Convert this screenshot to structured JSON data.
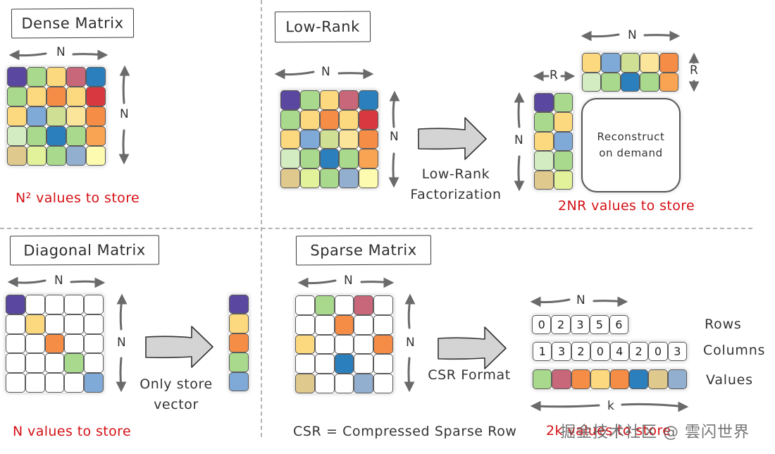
{
  "colors": {
    "purple": "#5a47a0",
    "lightgreen": "#a8d98c",
    "yellow": "#fcd97e",
    "rose": "#c9677a",
    "blue": "#2b7fbd",
    "orange": "#f58d46",
    "red": "#d83940",
    "steelblue": "#7fa9d6",
    "olive": "#cfe095",
    "paleyellow": "#fbe59a",
    "lightorange": "#f8a452",
    "palegreen": "#d4ecc2",
    "tan": "#e0c98d",
    "lime": "#e2f29a",
    "grayblue": "#93afd0",
    "cream": "#fdfbb0",
    "white": "#ffffff",
    "annotation_red": "#d40f14"
  },
  "panels": {
    "dense": {
      "title": "Dense Matrix",
      "col_dim": "N",
      "row_dim": "N",
      "storage": "N² values to store",
      "matrix": [
        [
          "purple",
          "lightgreen",
          "yellow",
          "rose",
          "blue"
        ],
        [
          "lightgreen",
          "yellow",
          "orange",
          "yellow",
          "red"
        ],
        [
          "yellow",
          "steelblue",
          "olive",
          "paleyellow",
          "orange"
        ],
        [
          "palegreen",
          "lightgreen",
          "blue",
          "lightgreen",
          "lightorange"
        ],
        [
          "tan",
          "lime",
          "lightgreen",
          "grayblue",
          "cream"
        ]
      ]
    },
    "low_rank": {
      "title": "Low-Rank",
      "col_dim": "N",
      "row_dim": "N",
      "arrow_caption_line1": "Low-Rank",
      "arrow_caption_line2": "Factorization",
      "matrix": [
        [
          "purple",
          "lightgreen",
          "yellow",
          "rose",
          "blue"
        ],
        [
          "lightgreen",
          "yellow",
          "orange",
          "yellow",
          "red"
        ],
        [
          "yellow",
          "steelblue",
          "olive",
          "paleyellow",
          "orange"
        ],
        [
          "palegreen",
          "lightgreen",
          "blue",
          "lightgreen",
          "lightorange"
        ],
        [
          "tan",
          "lime",
          "lightgreen",
          "grayblue",
          "cream"
        ]
      ],
      "factor_top": {
        "col_dim": "N",
        "row_dim": "R",
        "matrix": [
          [
            "yellow",
            "steelblue",
            "olive",
            "paleyellow",
            "orange"
          ],
          [
            "palegreen",
            "lightgreen",
            "blue",
            "lightgreen",
            "lightorange"
          ]
        ]
      },
      "factor_left": {
        "col_dim": "R",
        "row_dim": "N",
        "matrix": [
          [
            "purple",
            "lightgreen"
          ],
          [
            "lightgreen",
            "yellow"
          ],
          [
            "yellow",
            "steelblue"
          ],
          [
            "palegreen",
            "lightgreen"
          ],
          [
            "tan",
            "lime"
          ]
        ]
      },
      "reconstruct_line1": "Reconstruct",
      "reconstruct_line2": "on demand",
      "storage": "2NR values to store"
    },
    "diagonal": {
      "title": "Diagonal Matrix",
      "col_dim": "N",
      "row_dim": "N",
      "arrow_caption_line1": "Only store",
      "arrow_caption_line2": "vector",
      "matrix": [
        [
          "purple",
          "white",
          "white",
          "white",
          "white"
        ],
        [
          "white",
          "yellow",
          "white",
          "white",
          "white"
        ],
        [
          "white",
          "white",
          "orange",
          "white",
          "white"
        ],
        [
          "white",
          "white",
          "white",
          "lightgreen",
          "white"
        ],
        [
          "white",
          "white",
          "white",
          "white",
          "steelblue"
        ]
      ],
      "vector": [
        "purple",
        "yellow",
        "orange",
        "lightgreen",
        "steelblue"
      ],
      "storage": "N values to store"
    },
    "sparse": {
      "title": "Sparse Matrix",
      "col_dim": "N",
      "row_dim": "N",
      "arrow_caption": "CSR Format",
      "matrix": [
        [
          "white",
          "lightgreen",
          "white",
          "rose",
          "white"
        ],
        [
          "white",
          "white",
          "orange",
          "white",
          "white"
        ],
        [
          "yellow",
          "white",
          "white",
          "white",
          "orange"
        ],
        [
          "white",
          "white",
          "blue",
          "white",
          "white"
        ],
        [
          "tan",
          "white",
          "white",
          "grayblue",
          "white"
        ]
      ],
      "csr": {
        "top_dim": "N",
        "bottom_dim": "k",
        "rows_label": "Rows",
        "rows": [
          "0",
          "2",
          "3",
          "5",
          "6"
        ],
        "columns_label": "Columns",
        "columns": [
          "1",
          "3",
          "2",
          "0",
          "4",
          "2",
          "0",
          "3"
        ],
        "values_label": "Values",
        "values": [
          "lightgreen",
          "rose",
          "orange",
          "yellow",
          "orange",
          "blue",
          "tan",
          "grayblue"
        ]
      },
      "footnote": "CSR = Compressed Sparse Row",
      "storage": "2k values to store"
    }
  },
  "watermark": "掘金技术社区 @ 雲闪世界"
}
